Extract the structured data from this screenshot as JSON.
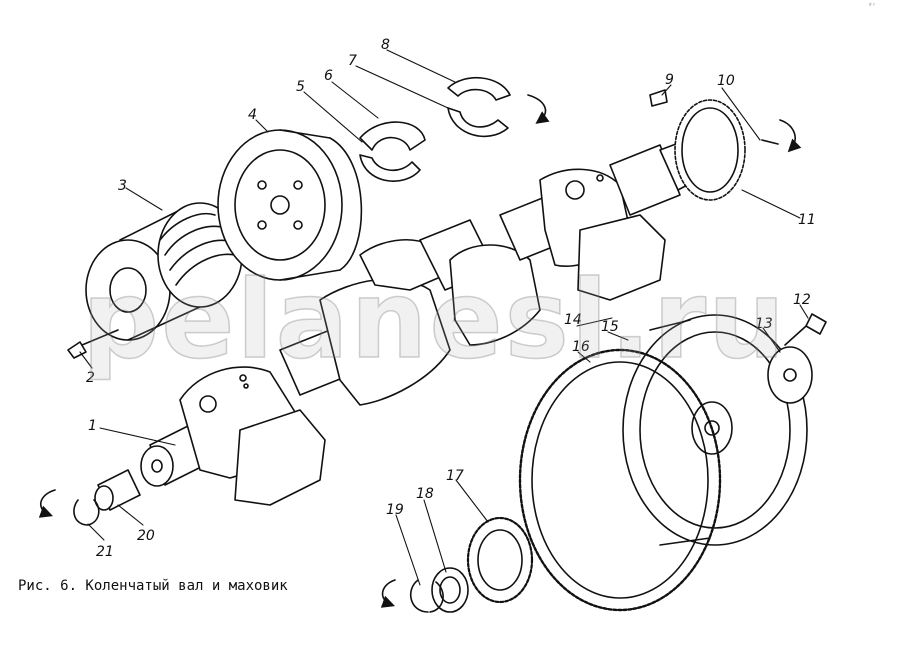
{
  "caption": "Рис. 6. Коленчатый вал и маховик",
  "watermark": "pelanesl.ru",
  "corner_mark": "ᵈʳ",
  "colors": {
    "ink": "#111111",
    "paper": "#ffffff"
  },
  "callouts": [
    {
      "id": "1",
      "text": "1"
    },
    {
      "id": "2",
      "text": "2"
    },
    {
      "id": "3",
      "text": "3"
    },
    {
      "id": "4",
      "text": "4"
    },
    {
      "id": "5",
      "text": "5"
    },
    {
      "id": "6",
      "text": "6"
    },
    {
      "id": "7",
      "text": "7"
    },
    {
      "id": "8",
      "text": "8"
    },
    {
      "id": "9",
      "text": "9"
    },
    {
      "id": "10",
      "text": "10"
    },
    {
      "id": "11",
      "text": "11"
    },
    {
      "id": "12",
      "text": "12"
    },
    {
      "id": "13",
      "text": "13"
    },
    {
      "id": "14",
      "text": "14"
    },
    {
      "id": "15",
      "text": "15"
    },
    {
      "id": "16",
      "text": "16"
    },
    {
      "id": "17",
      "text": "17"
    },
    {
      "id": "18",
      "text": "18"
    },
    {
      "id": "19",
      "text": "19"
    },
    {
      "id": "20",
      "text": "20"
    },
    {
      "id": "21",
      "text": "21"
    }
  ]
}
